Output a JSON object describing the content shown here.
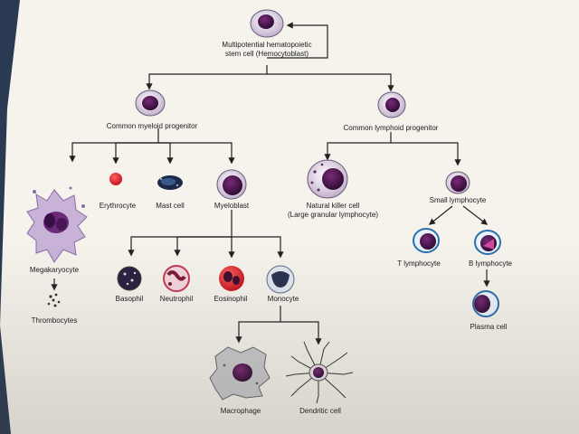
{
  "labels": {
    "stem_cell_line1": "Multipotential hematopoietic",
    "stem_cell_line2": "stem cell (Hemocytoblast)",
    "common_myeloid": "Common myeloid progenitor",
    "common_lymphoid": "Common lymphoid progenitor",
    "megakaryocyte": "Megakaryocyte",
    "thrombocytes": "Thrombocytes",
    "erythrocyte": "Erythrocyte",
    "mast_cell": "Mast cell",
    "myeloblast": "Myeloblast",
    "nk_line1": "Natural killer cell",
    "nk_line2": "(Large granular lymphocyte)",
    "small_lymphocyte": "Small lymphocyte",
    "t_lymphocyte": "T lymphocyte",
    "b_lymphocyte": "B lymphocyte",
    "plasma_cell": "Plasma cell",
    "basophil": "Basophil",
    "neutrophil": "Neutrophil",
    "eosinophil": "Eosinophil",
    "monocyte": "Monocyte",
    "macrophage": "Macrophage",
    "dendritic_cell": "Dendritic cell"
  },
  "colors": {
    "paper": "#f5f3ec",
    "line": "#222222",
    "nucleus": "#3a0f3f",
    "cytoplasm": "#d9c6dd",
    "erythrocyte": "#e0202c",
    "lymph_blue": "#2a6fb0",
    "neutrophil": "#c23a56",
    "mast_cell": "#1c2a4a"
  }
}
